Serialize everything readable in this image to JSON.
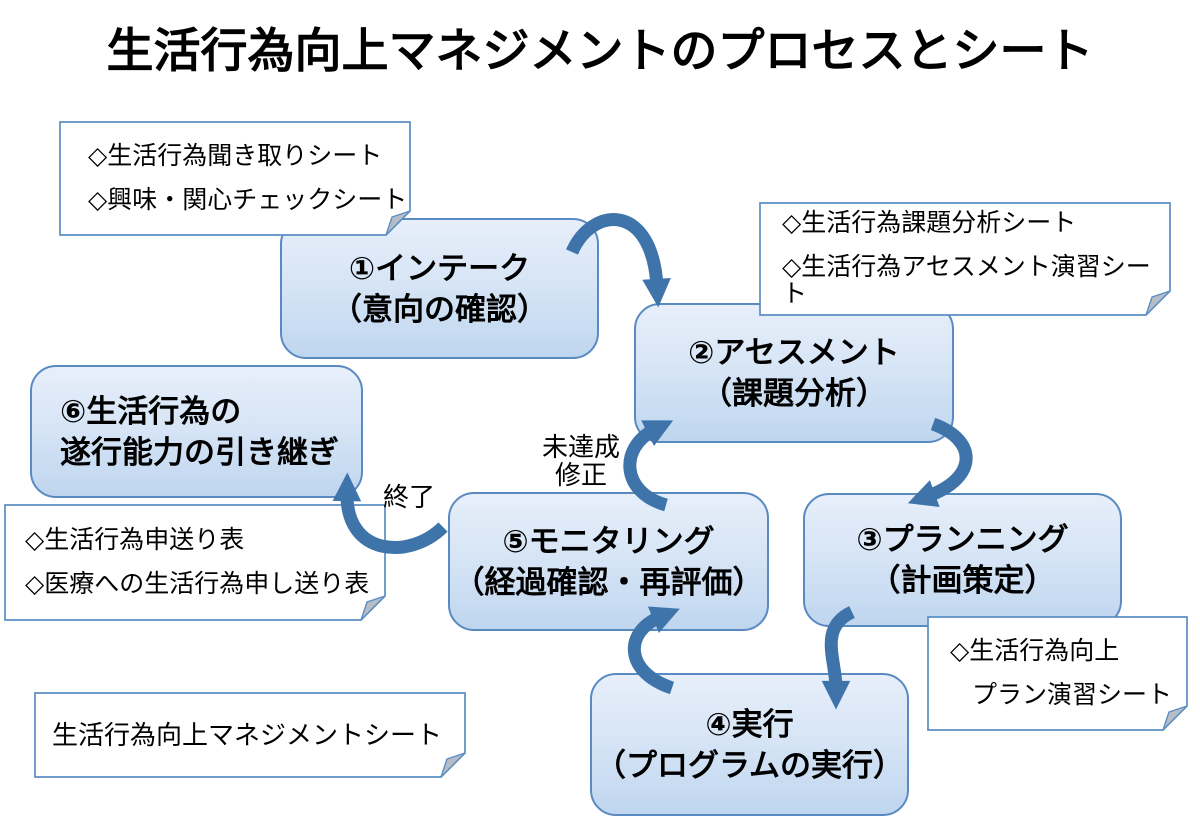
{
  "title": "生活行為向上マネジメントのプロセスとシート",
  "steps": {
    "intake": {
      "lines": [
        "①インテーク",
        "（意向の確認）"
      ]
    },
    "assessment": {
      "lines": [
        "②アセスメント",
        "（課題分析）"
      ]
    },
    "planning": {
      "lines": [
        "③プランニング",
        "（計画策定）"
      ]
    },
    "execution": {
      "lines": [
        "④実行",
        "（プログラムの実行）"
      ]
    },
    "monitoring": {
      "lines": [
        "⑤モニタリング",
        "（経過確認・再評価）"
      ]
    },
    "handover": {
      "lines": [
        "⑥生活行為の",
        "遂行能力の引き継ぎ"
      ]
    }
  },
  "notes": {
    "intake_sheets": {
      "lines": [
        "◇生活行為聞き取りシート",
        "◇興味・関心チェックシート"
      ]
    },
    "assessment_sheets": {
      "lines": [
        "◇生活行為課題分析シート",
        "◇生活行為アセスメント演習シート"
      ]
    },
    "handover_sheets": {
      "lines": [
        "◇生活行為申送り表",
        "◇医療への生活行為申し送り表"
      ]
    },
    "planning_sheets": {
      "lines": [
        "◇生活行為向上",
        "プラン演習シート"
      ]
    },
    "management_sheet": {
      "lines": [
        "生活行為向上マネジメントシート"
      ]
    }
  },
  "labels": {
    "end": "終了",
    "not_achieved": "未達成",
    "revision": "修正"
  },
  "colors": {
    "background": "#ffffff",
    "text": "#000000",
    "step_border": "#5a8ac2",
    "step_fill_top": "#e7effa",
    "step_fill_bottom": "#bfd6ef",
    "note_border": "#5b8ec4",
    "note_fill": "#ffffff",
    "fold_gray": "#b6bdc6",
    "arrow_blue": "#3e74aa"
  }
}
